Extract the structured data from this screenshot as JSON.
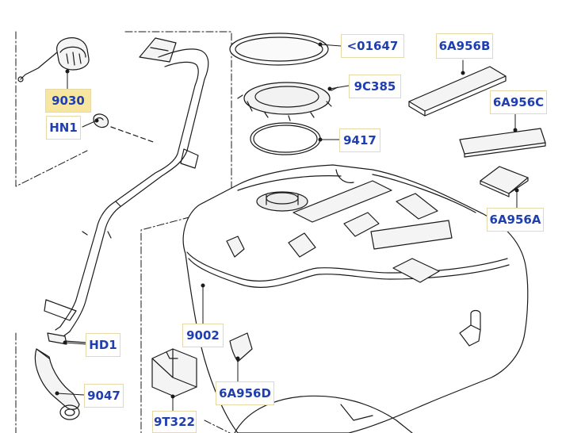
{
  "diagram": {
    "colors": {
      "label_text": "#1f3fb0",
      "label_border": "#e6d9a8",
      "highlight_fill": "#f7e6a0",
      "line": "#1a1a1a"
    },
    "callouts": [
      {
        "id": "c9030",
        "text": "9030",
        "highlight": true
      },
      {
        "id": "cHN1",
        "text": "HN1",
        "highlight": false
      },
      {
        "id": "c01647",
        "text": "<01647",
        "highlight": false
      },
      {
        "id": "c9C385",
        "text": "9C385",
        "highlight": false
      },
      {
        "id": "c9417",
        "text": "9417",
        "highlight": false
      },
      {
        "id": "c6A956B",
        "text": "6A956B",
        "highlight": false
      },
      {
        "id": "c6A956C",
        "text": "6A956C",
        "highlight": false
      },
      {
        "id": "c6A956A",
        "text": "6A956A",
        "highlight": false
      },
      {
        "id": "c9002",
        "text": "9002",
        "highlight": false
      },
      {
        "id": "cHD1",
        "text": "HD1",
        "highlight": false
      },
      {
        "id": "c9047",
        "text": "9047",
        "highlight": false
      },
      {
        "id": "c6A956D",
        "text": "6A956D",
        "highlight": false
      },
      {
        "id": "c9T322",
        "text": "9T322",
        "highlight": false
      }
    ]
  }
}
